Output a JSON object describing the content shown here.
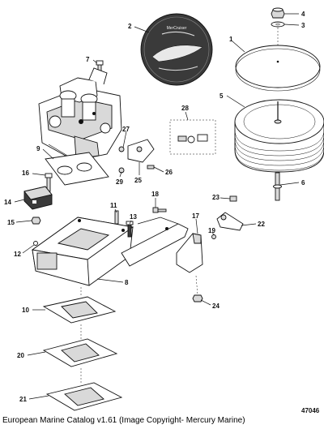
{
  "figure_id": "47046",
  "caption": "European Marine Catalog v1.61 (Image Copyright- Mercury Marine)",
  "decal": {
    "lettering": "MerCruiser"
  },
  "callouts": [
    {
      "n": "1"
    },
    {
      "n": "2"
    },
    {
      "n": "3"
    },
    {
      "n": "4"
    },
    {
      "n": "5"
    },
    {
      "n": "6"
    },
    {
      "n": "7"
    },
    {
      "n": "8"
    },
    {
      "n": "9"
    },
    {
      "n": "10"
    },
    {
      "n": "11"
    },
    {
      "n": "12"
    },
    {
      "n": "13"
    },
    {
      "n": "14"
    },
    {
      "n": "15"
    },
    {
      "n": "16"
    },
    {
      "n": "17"
    },
    {
      "n": "18"
    },
    {
      "n": "19"
    },
    {
      "n": "20"
    },
    {
      "n": "21"
    },
    {
      "n": "22"
    },
    {
      "n": "23"
    },
    {
      "n": "24"
    },
    {
      "n": "25"
    },
    {
      "n": "26"
    },
    {
      "n": "27"
    },
    {
      "n": "28"
    },
    {
      "n": "29"
    }
  ]
}
